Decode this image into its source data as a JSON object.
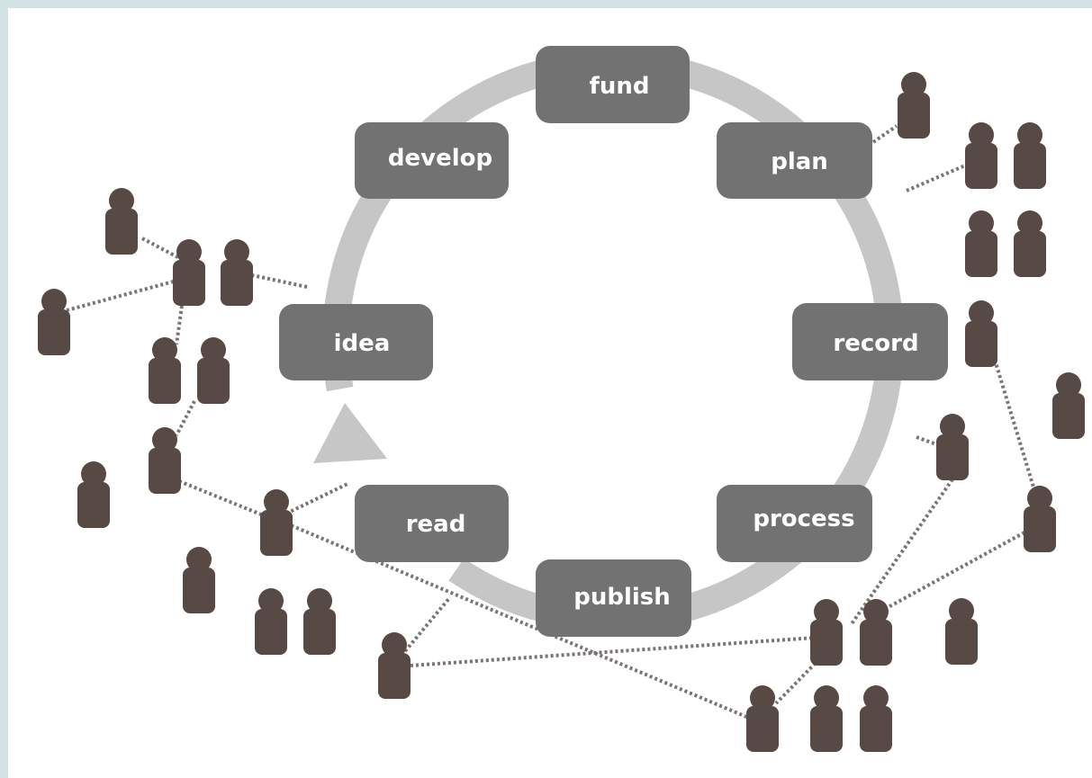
{
  "diagram": {
    "stages": [
      {
        "id": "fund",
        "label": "fund"
      },
      {
        "id": "plan",
        "label": "plan"
      },
      {
        "id": "record",
        "label": "record"
      },
      {
        "id": "process",
        "label": "process"
      },
      {
        "id": "publish",
        "label": "publish"
      },
      {
        "id": "read",
        "label": "read"
      },
      {
        "id": "idea",
        "label": "idea"
      },
      {
        "id": "develop",
        "label": "develop"
      }
    ],
    "colors": {
      "frame": "#d3e2e4",
      "background": "#ffffff",
      "cycle_ring": "#c6c6c6",
      "stage_box": "#727272",
      "stage_text": "#ffffff",
      "person": "#574944",
      "connection": "#7b7472"
    },
    "icon": "person-icon"
  }
}
